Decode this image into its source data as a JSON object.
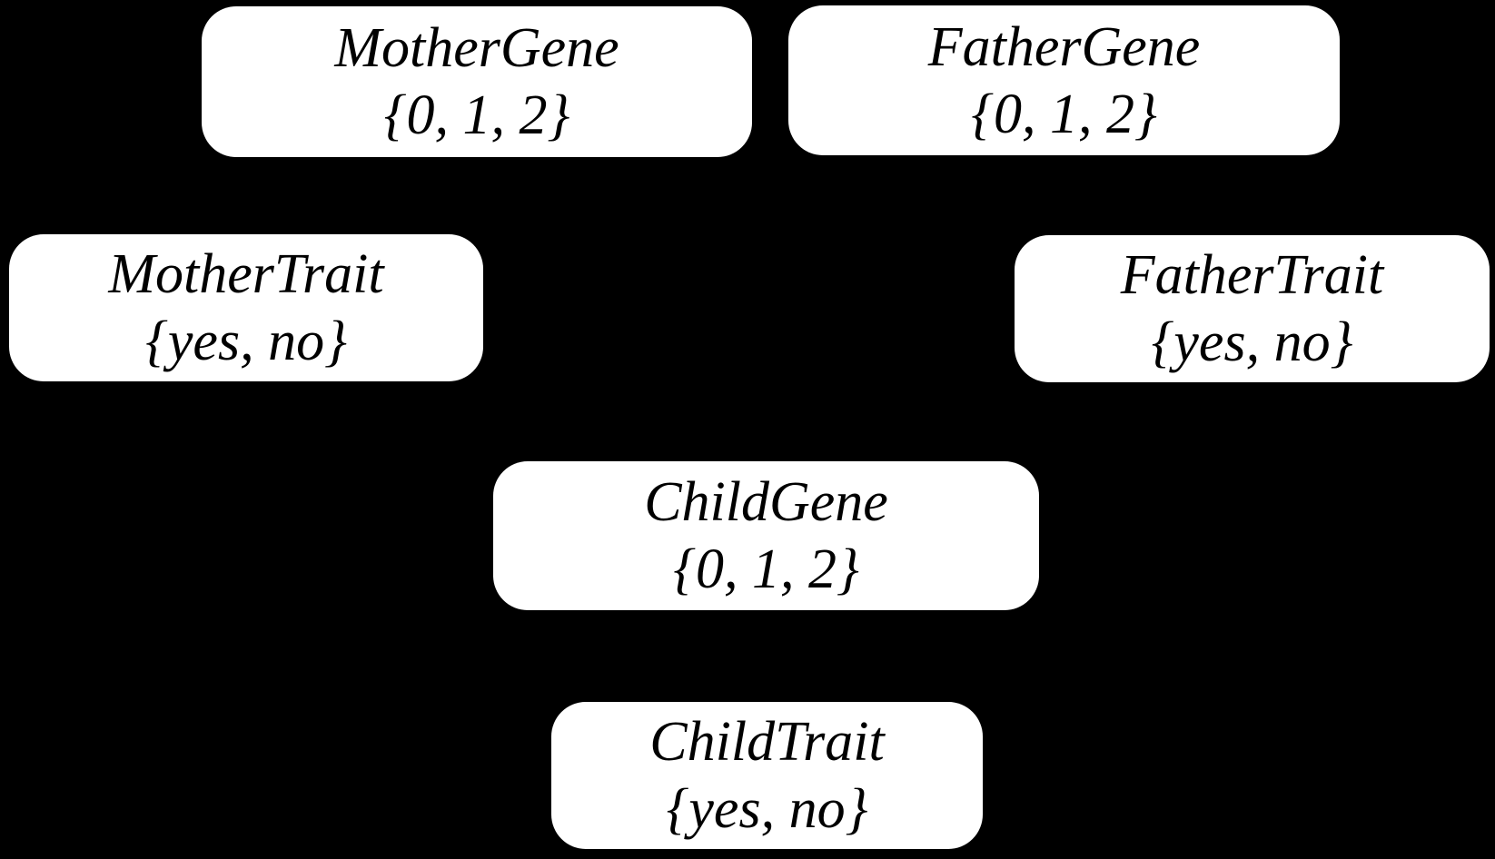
{
  "diagram": {
    "type": "bayesian-network",
    "background_color": "#000000",
    "node_fill_color": "#ffffff",
    "node_text_color": "#000000"
  },
  "nodes": [
    {
      "id": "mother-gene",
      "name": "MotherGene",
      "domain": "{0, 1, 2}"
    },
    {
      "id": "father-gene",
      "name": "FatherGene",
      "domain": "{0, 1, 2}"
    },
    {
      "id": "mother-trait",
      "name": "MotherTrait",
      "domain": "{yes, no}"
    },
    {
      "id": "father-trait",
      "name": "FatherTrait",
      "domain": "{yes, no}"
    },
    {
      "id": "child-gene",
      "name": "ChildGene",
      "domain": "{0, 1, 2}"
    },
    {
      "id": "child-trait",
      "name": "ChildTrait",
      "domain": "{yes, no}"
    }
  ]
}
